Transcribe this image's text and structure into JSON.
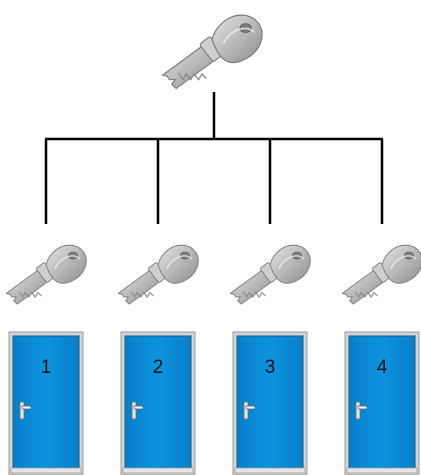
{
  "diagram": {
    "master_key": {
      "icon": "master-key-icon"
    },
    "doors": [
      {
        "number": "1",
        "key_icon": "key-icon",
        "door_icon": "door-icon"
      },
      {
        "number": "2",
        "key_icon": "key-icon",
        "door_icon": "door-icon"
      },
      {
        "number": "3",
        "key_icon": "key-icon",
        "door_icon": "door-icon"
      },
      {
        "number": "4",
        "key_icon": "key-icon",
        "door_icon": "door-icon"
      }
    ],
    "colors": {
      "connector": "#000000",
      "door_fill": "#0a8fd6",
      "door_frame": "#cfcfcf",
      "key_metal": "#b3b3b3"
    }
  }
}
